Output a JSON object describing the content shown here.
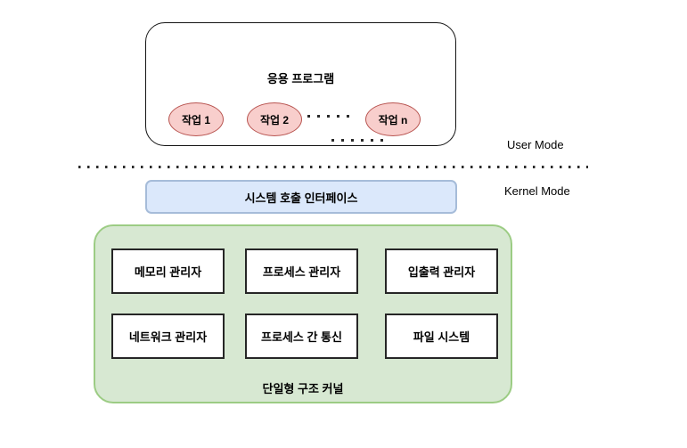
{
  "diagram": {
    "title": "단일형 구조 커널",
    "modes": {
      "user_mode_label": "User Mode",
      "kernel_mode_label": "Kernel Mode"
    },
    "application": {
      "title": "응용 프로그램",
      "tasks": [
        "작업 1",
        "작업 2",
        "작업 n"
      ],
      "ellipsis": "·····"
    },
    "system_call_interface": {
      "label": "시스템 호출 인터페이스"
    },
    "kernel": {
      "label": "단일형 구조 커널",
      "modules": [
        "메모리 관리자",
        "프로세스 관리자",
        "입출력 관리자",
        "네트워크 관리자",
        "프로세스 간 통신",
        "파일 시스템"
      ]
    },
    "colors": {
      "task_fill": "#f8cecc",
      "task_stroke": "#b85450",
      "interface_fill": "#dbe8fb",
      "interface_stroke": "#a6bcd9",
      "kernel_fill": "#d7e8d2",
      "kernel_stroke": "#9ccc84",
      "box_stroke": "#262626"
    }
  }
}
